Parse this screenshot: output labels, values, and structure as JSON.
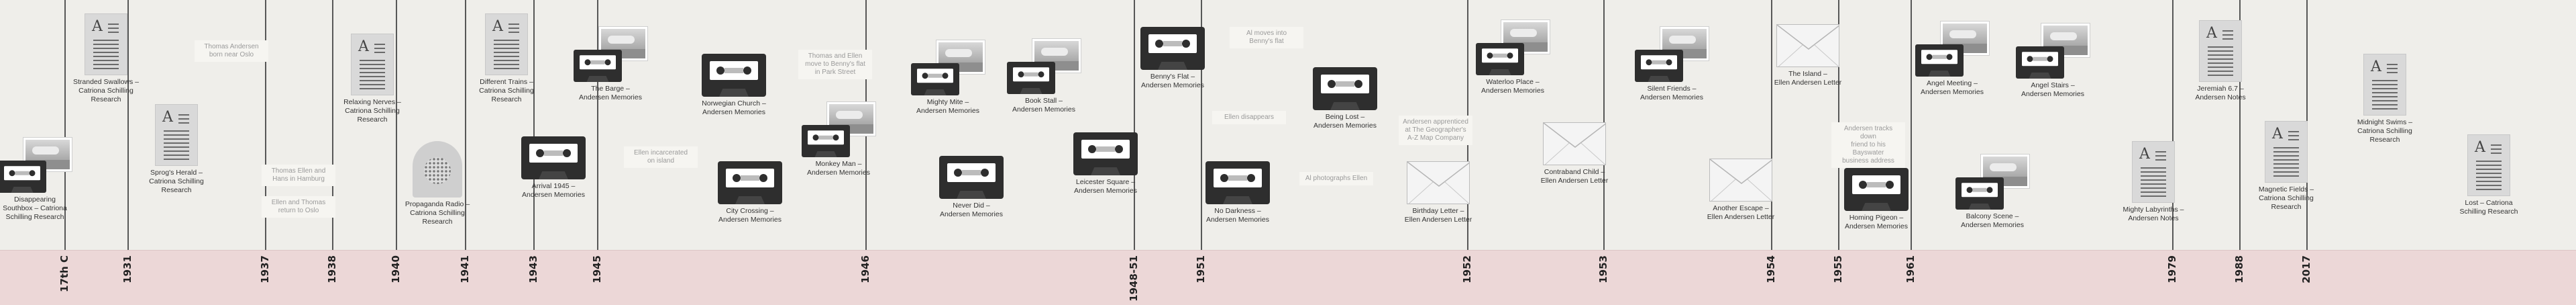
{
  "colors": {
    "line": "#575757",
    "band": "#ecd7d7",
    "background": "#efeeea"
  },
  "years": [
    {
      "label": "17th C"
    },
    {
      "label": "1931"
    },
    {
      "label": "1937"
    },
    {
      "label": "1938"
    },
    {
      "label": "1940"
    },
    {
      "label": "1941"
    },
    {
      "label": "1943"
    },
    {
      "label": "1945"
    },
    {
      "label": "1946"
    },
    {
      "label": "1948-51"
    },
    {
      "label": "1951"
    },
    {
      "label": "1952"
    },
    {
      "label": "1953"
    },
    {
      "label": "1954"
    },
    {
      "label": "1955"
    },
    {
      "label": "1961"
    },
    {
      "label": "1979"
    },
    {
      "label": "1988"
    },
    {
      "label": "2017"
    }
  ],
  "items": [
    {
      "icon": "tape-photo",
      "caption": "Disappearing\nSouthbox – Catriona\nSchilling Research"
    },
    {
      "icon": "document",
      "caption": "Stranded Swallows –\nCatriona Schilling\nResearch"
    },
    {
      "icon": "document",
      "caption": "Sprog's Herald –\nCatriona Schilling\nResearch"
    },
    {
      "icon": "document",
      "caption": "Relaxing Nerves –\nCatriona Schilling\nResearch"
    },
    {
      "icon": "radio",
      "caption": "Propaganda Radio –\nCatriona Schilling\nResearch"
    },
    {
      "icon": "document",
      "caption": "Different Trains –\nCatriona Schilling\nResearch"
    },
    {
      "icon": "tape-photo",
      "caption": "The Barge –\nAndersen Memories"
    },
    {
      "icon": "tape",
      "caption": "Arrival 1945 –\nAndersen Memories"
    },
    {
      "icon": "tape",
      "caption": "Norwegian Church –\nAndersen Memories"
    },
    {
      "icon": "tape",
      "caption": "City Crossing –\nAndersen Memories"
    },
    {
      "icon": "tape-photo",
      "caption": "Monkey Man –\nAndersen Memories"
    },
    {
      "icon": "tape-photo",
      "caption": "Mighty Mite –\nAndersen Memories"
    },
    {
      "icon": "tape",
      "caption": "Never Did –\nAndersen Memories"
    },
    {
      "icon": "tape-photo",
      "caption": "Book Stall –\nAndersen Memories"
    },
    {
      "icon": "tape",
      "caption": "Leicester Square –\nAndersen Memories"
    },
    {
      "icon": "tape",
      "caption": "Benny's Flat –\nAndersen Memories"
    },
    {
      "icon": "tape",
      "caption": "No Darkness –\nAndersen Memories"
    },
    {
      "icon": "tape",
      "caption": "Being Lost –\nAndersen Memories"
    },
    {
      "icon": "envelope",
      "caption": "Birthday Letter –\nEllen Andersen Letter"
    },
    {
      "icon": "tape-photo",
      "caption": "Waterloo Place –\nAndersen Memories"
    },
    {
      "icon": "envelope",
      "caption": "Contraband Child –\nEllen Andersen Letter"
    },
    {
      "icon": "tape-photo",
      "caption": "Silent Friends –\nAndersen Memories"
    },
    {
      "icon": "envelope",
      "caption": "Another Escape –\nEllen Andersen Letter"
    },
    {
      "icon": "envelope",
      "caption": "The Island –\nEllen Andersen Letter"
    },
    {
      "icon": "tape",
      "caption": "Homing Pigeon –\nAndersen Memories"
    },
    {
      "icon": "tape-photo",
      "caption": "Angel Meeting –\nAndersen Memories"
    },
    {
      "icon": "tape-photo",
      "caption": "Balcony Scene –\nAndersen Memories"
    },
    {
      "icon": "tape-photo",
      "caption": "Angel Stairs –\nAndersen Memories"
    },
    {
      "icon": "document",
      "caption": "Mighty Labyrinths –\nAndersen Notes"
    },
    {
      "icon": "document",
      "caption": "Jeremiah 6.7 –\nAndersen Notes"
    },
    {
      "icon": "document",
      "caption": "Magnetic Fields –\nCatriona Schilling\nResearch"
    },
    {
      "icon": "document",
      "caption": "Midnight Swims –\nCatriona Schilling\nResearch"
    },
    {
      "icon": "document",
      "caption": "Lost – Catriona\nSchilling Research"
    }
  ],
  "notes": [
    {
      "text": "Thomas Andersen\nborn near Oslo"
    },
    {
      "text": "Thomas Ellen and\nHans in Hamburg"
    },
    {
      "text": "Ellen and Thomas\nreturn to Oslo"
    },
    {
      "text": "Ellen incarcerated\non island"
    },
    {
      "text": "Thomas and Ellen\nmove to Benny's flat\nin Park Street"
    },
    {
      "text": "Al moves into\nBenny's flat"
    },
    {
      "text": "Ellen disappears"
    },
    {
      "text": "Al photographs Ellen"
    },
    {
      "text": "Andersen apprenticed\nat The Geographer's\nA-Z Map Company"
    },
    {
      "text": "Andersen tracks down\nfriend to his Bayswater\nbusiness address"
    }
  ]
}
